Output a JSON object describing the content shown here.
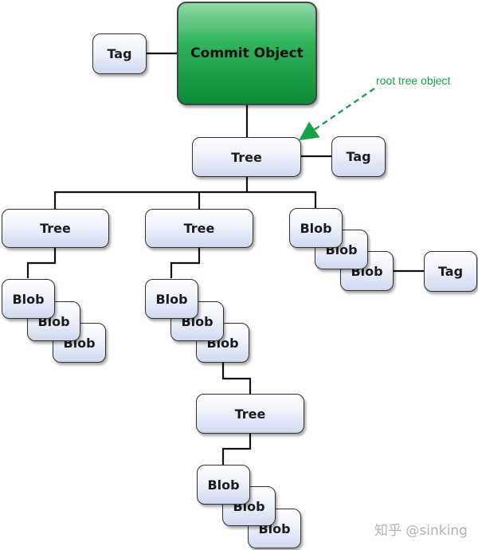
{
  "diagram": {
    "commit": "Commit Object",
    "root_annotation": "root tree object",
    "tag_commit": "Tag",
    "tag_root": "Tag",
    "tag_blob": "Tag",
    "root_tree": "Tree",
    "tree_left": "Tree",
    "tree_mid": "Tree",
    "tree_nested": "Tree",
    "blob_right": [
      "Blob",
      "Blob",
      "Blob"
    ],
    "blob_left": [
      "Blob",
      "Blob",
      "Blob"
    ],
    "blob_mid": [
      "Blob",
      "Blob",
      "Blob"
    ],
    "blob_nested": [
      "Blob",
      "Blob",
      "Blob"
    ]
  },
  "colors": {
    "commit_green": "#1fa64a",
    "annotation_green": "#1aa248",
    "node_fill": "#dde5f6"
  },
  "watermark": "知乎 @sinking"
}
